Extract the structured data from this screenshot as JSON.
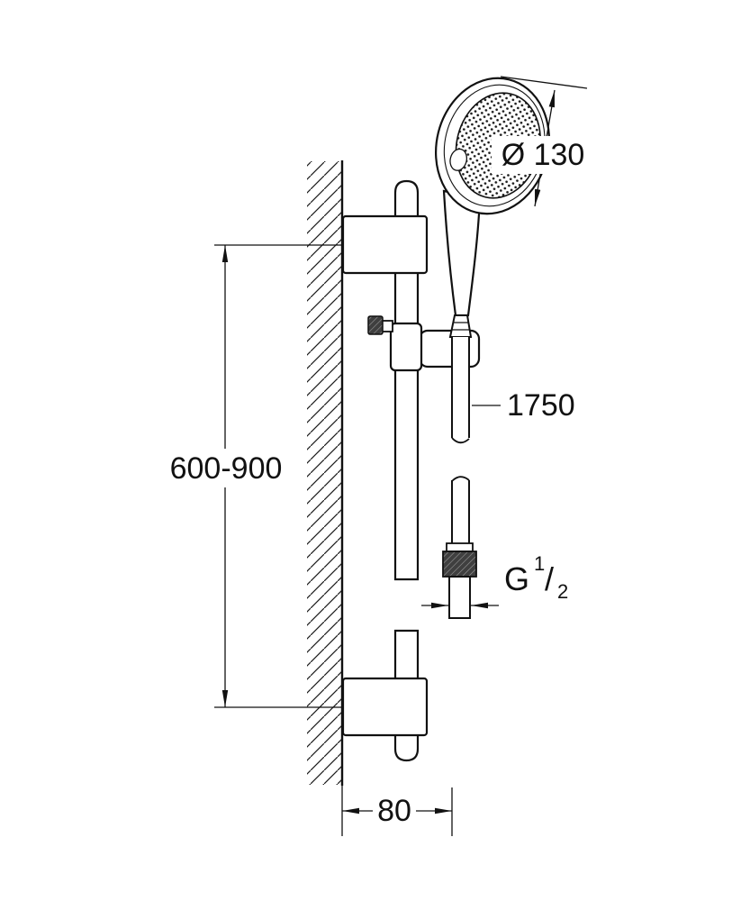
{
  "page": {
    "background": "#ffffff"
  },
  "drawing": {
    "type": "technical-dimension-drawing",
    "subject": "shower-rail-set-with-hand-shower",
    "labels": {
      "head_diameter": "Ø 130",
      "hose_length": "1750",
      "rail_height_range": "600-900",
      "wall_distance": "80",
      "thread": {
        "prefix": "G",
        "numerator": "1",
        "slash": "/",
        "denominator": "2"
      }
    },
    "colors": {
      "line": "#111111",
      "nut_dark": "#3f3f3f",
      "background": "#ffffff"
    }
  }
}
